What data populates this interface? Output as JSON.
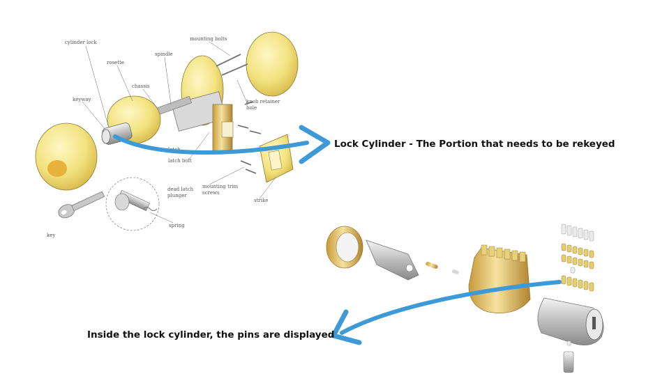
{
  "lock_diagram": {
    "labels": {
      "cylinder_lock": "cylinder lock",
      "rosette": "rosette",
      "spindle": "spindle",
      "mounting_bolts": "mounting bolts",
      "chassis": "chassis",
      "keyway": "keyway",
      "knob_retainer_1": "knob retainer",
      "knob_retainer_2": "hole",
      "latch_partial": "latch",
      "latch_bolt": "latch bolt",
      "dead_latch_1": "dead latch",
      "dead_latch_2": "plunger",
      "mounting_trim_1": "mounting trim",
      "mounting_trim_2": "screws",
      "strike": "strike",
      "spring": "spring",
      "key": "key"
    }
  },
  "captions": {
    "top": "Lock Cylinder - The Portion that needs to be rekeyed",
    "bottom": "Inside the lock cylinder, the pins are displayed"
  },
  "colors": {
    "arrow": "#3d9ad7",
    "brass": "#f2e27e",
    "silver": "#cfcfcf"
  }
}
